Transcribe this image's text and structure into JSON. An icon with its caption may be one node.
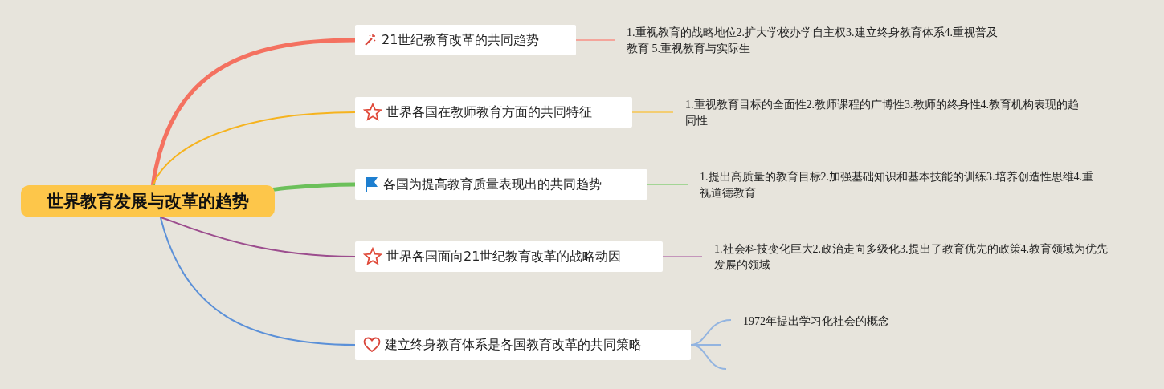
{
  "diagram": {
    "nodes": [
      {
        "text": [
          "世界教育发展与改革的趋势"
        ]
      },
      {
        "text": [
          "21世纪教育改革的共同趋势"
        ]
      },
      {
        "text": [
          "世界各国在教师教育方面的共同特征"
        ]
      },
      {
        "text": [
          "各国为提高教育质量表现出的共同趋势"
        ]
      },
      {
        "text": [
          "世界各国面向21世纪教育改革的战略动因"
        ]
      },
      {
        "text": [
          "建立终身教育体系是各国教育改革的共同策略"
        ]
      },
      {
        "text": [
          "1.重视教育的战略地位2.扩大学校办学自主权3.建立终身教育体系4.重视普及教育 5.重视教育与实际生"
        ]
      },
      {
        "text": [
          "1.重视教育目标的全面性2.教师课程的广博性3.教师的终身性4.教育机构表现的趋同性"
        ]
      },
      {
        "text": [
          "1.提出高质量的教育目标2.加强基础知识和基本技能的训练3.培养创造性思维4.重视道德教育"
        ]
      },
      {
        "text": [
          "1.社会科技变化巨大2.政治走向多级化3.提出了教育优先的政策4.教育领域为优先发展的领域"
        ]
      },
      {
        "text": [
          "1972年提出学习化社会的概念"
        ]
      }
    ],
    "edges": [
      {
        "from": 0,
        "to": 1,
        "arrow": "none",
        "style": "thick",
        "color": "#f47160"
      },
      {
        "from": 0,
        "to": 2,
        "arrow": "none",
        "color": "#f6b31e"
      },
      {
        "from": 0,
        "to": 3,
        "arrow": "none",
        "style": "thick",
        "color": "#6cc05a"
      },
      {
        "from": 0,
        "to": 4,
        "arrow": "none",
        "color": "#9c4d8e"
      },
      {
        "from": 0,
        "to": 5,
        "arrow": "none",
        "color": "#5b90d8"
      },
      {
        "from": 1,
        "to": 6,
        "arrow": "none",
        "color": "#f4a59b"
      },
      {
        "from": 2,
        "to": 7,
        "arrow": "none",
        "color": "#f3cd72"
      },
      {
        "from": 3,
        "to": 8,
        "arrow": "none",
        "color": "#a3d595"
      },
      {
        "from": 4,
        "to": 9,
        "arrow": "none",
        "color": "#c495bb"
      },
      {
        "from": 5,
        "to": 10,
        "arrow": "none",
        "color": "#93b4e0"
      },
      {
        "from": 5,
        "to": null,
        "arrow": "none",
        "color": "#93b4e0"
      },
      {
        "from": 5,
        "to": null,
        "arrow": "none",
        "color": "#93b4e0"
      }
    ]
  }
}
